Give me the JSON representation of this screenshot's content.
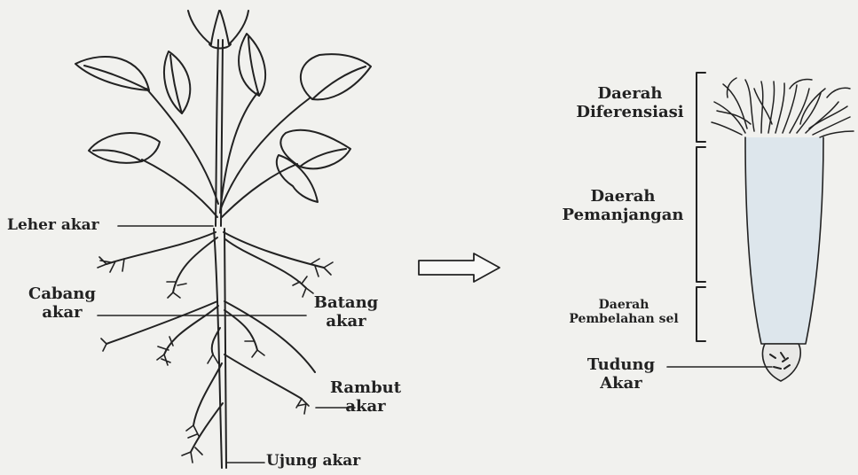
{
  "plant_labels": {
    "leher_akar": "Leher akar",
    "cabang_akar_1": "Cabang",
    "cabang_akar_2": "akar",
    "batang_akar_1": "Batang",
    "batang_akar_2": "akar",
    "rambut_akar_1": "Rambut",
    "rambut_akar_2": "akar",
    "ujung_akar": "Ujung akar"
  },
  "root_tip_labels": {
    "diferensiasi_1": "Daerah",
    "diferensiasi_2": "Diferensiasi",
    "pemanjangan_1": "Daerah",
    "pemanjangan_2": "Pemanjangan",
    "pembelahan_1": "Daerah",
    "pembelahan_2": "Pembelahan sel",
    "tudung_1": "Tudung",
    "tudung_2": "Akar"
  },
  "colors": {
    "ink": "#222222",
    "background": "#f1f1ee",
    "root_fill": "#dde6ec"
  }
}
